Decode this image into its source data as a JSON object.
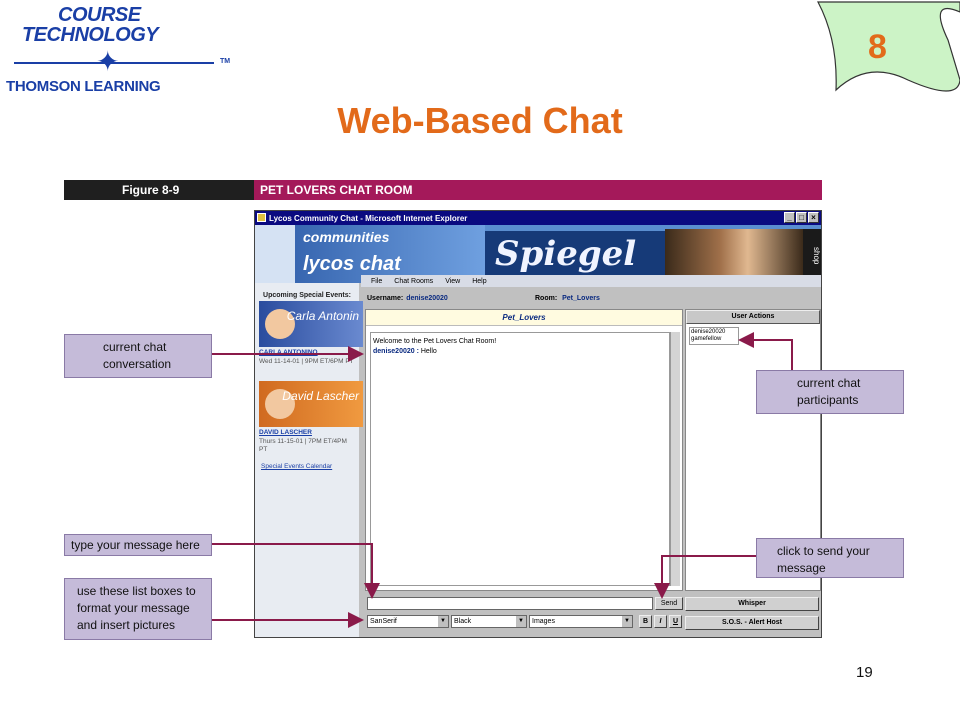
{
  "logo": {
    "line1": "COURSE",
    "line2": "TECHNOLOGY",
    "line3": "THOMSON LEARNING",
    "tm": "TM"
  },
  "chapter": "8",
  "title": "Web-Based Chat",
  "figure": {
    "number": "Figure 8-9",
    "caption": "PET LOVERS CHAT ROOM"
  },
  "window": {
    "title": "Lycos Community Chat - Microsoft Internet Explorer",
    "banner": {
      "communities": "communities",
      "lycos_chat": "lycos chat",
      "ad_text": "Spiegel",
      "shop": "shop"
    },
    "events": {
      "heading": "Upcoming Special Events:",
      "promo1_name": "Carla Antonin",
      "promo1_link": "CARLA ANTONINO",
      "promo1_time": "Wed 11-14-01 | 9PM ET/6PM PT",
      "promo2_name": "David Lascher",
      "promo2_link": "DAVID LASCHER",
      "promo2_time": "Thurs 11-15-01 | 7PM ET/4PM PT",
      "calendar_link": "Special Events Calendar"
    },
    "menu": [
      "File",
      "Chat Rooms",
      "View",
      "Help"
    ],
    "username_label": "Username:",
    "username": "denise20020",
    "room_label": "Room:",
    "room": "Pet_Lovers",
    "chat_header": "Pet_Lovers",
    "messages": [
      {
        "user": "",
        "text": "Welcome to the Pet Lovers Chat Room!"
      },
      {
        "user": "denise20020 :",
        "text": "Hello"
      }
    ],
    "user_actions": "User Actions",
    "participants": [
      "denise20020",
      "gamefellow"
    ],
    "send": "Send",
    "font_select": "SanSerif",
    "color_select": "Black",
    "images_select": "Images",
    "bold": "B",
    "italic": "I",
    "underline": "U",
    "whisper": "Whisper",
    "sos": "S.O.S. - Alert Host"
  },
  "callouts": {
    "current_chat": "current chat conversation",
    "participants": "current chat participants",
    "type_message": "type your message here",
    "send_message": "click to send your message",
    "list_boxes": "use these list boxes to format your message and insert pictures"
  },
  "page_number": "19"
}
